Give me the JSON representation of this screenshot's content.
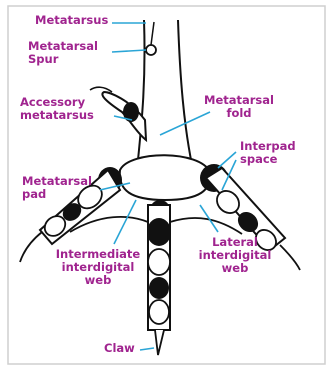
{
  "labels": {
    "metatarsus": "Metatarsus",
    "metatarsal_spur": [
      "Metatarsal",
      "Spur"
    ],
    "accessory_metatarsus": [
      "Accessory",
      "metatarsus"
    ],
    "metatarsal_fold": [
      "Metatarsal",
      "fold"
    ],
    "interpad_space": [
      "Interpad",
      "space"
    ],
    "metatarsal_pad": [
      "Metatarsal",
      "pad"
    ],
    "intermediate_web": [
      "Intermediate",
      "interdigital",
      "web"
    ],
    "lateral_web": [
      "Lateral",
      "interdigital",
      "web"
    ],
    "claw": "Claw"
  },
  "colors": {
    "label": "#a0248f",
    "leader": "#2aa5d6",
    "ink": "#111111",
    "pad": "#ffffff",
    "frame": "#cfcfcf"
  }
}
